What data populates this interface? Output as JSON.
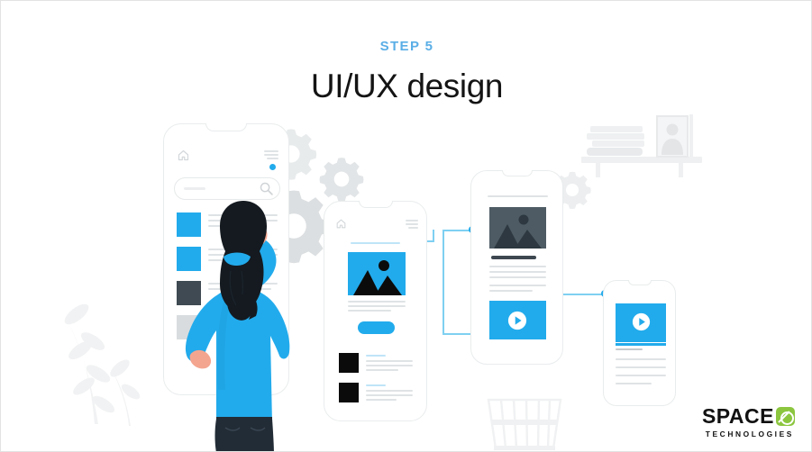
{
  "slide": {
    "step_label": "STEP 5",
    "title": "UI/UX design",
    "background_color": "#ffffff",
    "accent_color": "#22abec",
    "step_color": "#5aaee6",
    "border_color": "#e3e3e3"
  },
  "logo": {
    "brand": "SPACE",
    "tagline": "TECHNOLOGIES",
    "mark_color": "#8cc63f",
    "text_color": "#111111"
  },
  "illustration": {
    "scene_description": "Woman seen from behind interacting with a large smartphone wireframe, with three additional phone mockups connected by flow lines",
    "character": {
      "name": "designer-woman",
      "hair_color": "#141a20",
      "hair_tie_color": "#22abec",
      "top_color": "#22abec",
      "pants_color": "#222c36",
      "skin_color": "#f4a58f"
    },
    "phones": [
      {
        "id": "phone-search",
        "label": "Search screen wireframe",
        "elements": [
          "home-icon",
          "hamburger-icon",
          "notification-dot",
          "search-field",
          "thumbnail-list"
        ]
      },
      {
        "id": "phone-article",
        "label": "Article screen wireframe",
        "elements": [
          "home-icon",
          "hamburger-icon",
          "hero-image",
          "body-text",
          "cta-button",
          "list-items"
        ]
      },
      {
        "id": "phone-media",
        "label": "Media detail screen wireframe",
        "elements": [
          "hero-image",
          "headline",
          "body-text",
          "video-player"
        ]
      },
      {
        "id": "phone-video",
        "label": "Video screen wireframe",
        "elements": [
          "video-player",
          "progress-bar",
          "body-text"
        ]
      }
    ],
    "decor": [
      {
        "name": "gear-large",
        "color": "#dcdfe1"
      },
      {
        "name": "gear-medium",
        "color": "#e4e7e9"
      },
      {
        "name": "gear-small",
        "color": "#e8ebec"
      },
      {
        "name": "wall-shelf",
        "color": "#eef0f1"
      },
      {
        "name": "basket",
        "color": "#f2f3f4"
      },
      {
        "name": "plant-branches",
        "color": "#f1f2f3"
      }
    ],
    "connectors": {
      "color": "#7fd0f2",
      "dot_color": "#22abec",
      "count": 4
    }
  }
}
